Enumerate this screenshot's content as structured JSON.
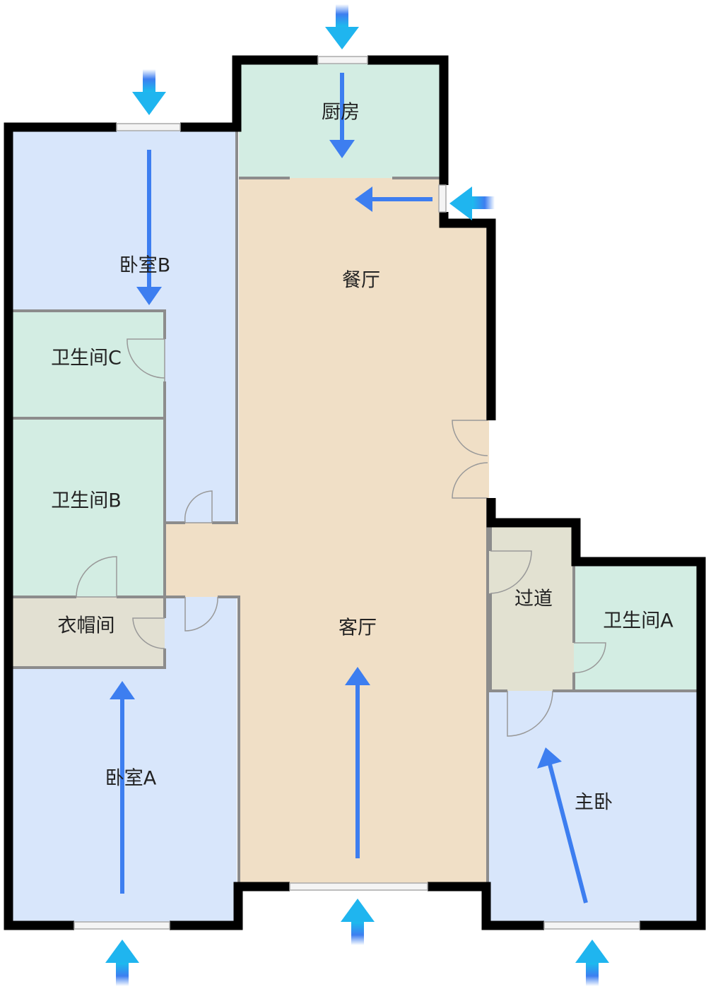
{
  "title": "户型通风图",
  "rooms": {
    "kitchen": "厨房",
    "bedroom_b": "卧室B",
    "dining": "餐厅",
    "bathroom_c": "卫生间C",
    "bathroom_b": "卫生间B",
    "closet": "衣帽间",
    "living": "客厅",
    "hallway": "过道",
    "bathroom_a": "卫生间A",
    "bedroom_a": "卧室A",
    "master_bedroom": "主卧"
  },
  "colors": {
    "bedroom": "#d8e6fb",
    "bathroom": "#d3ede3",
    "living": "#f0dfc6",
    "utility": "#e2e0d2",
    "airflow": "#3d7ef0",
    "inlet": "#1fb5ef"
  }
}
